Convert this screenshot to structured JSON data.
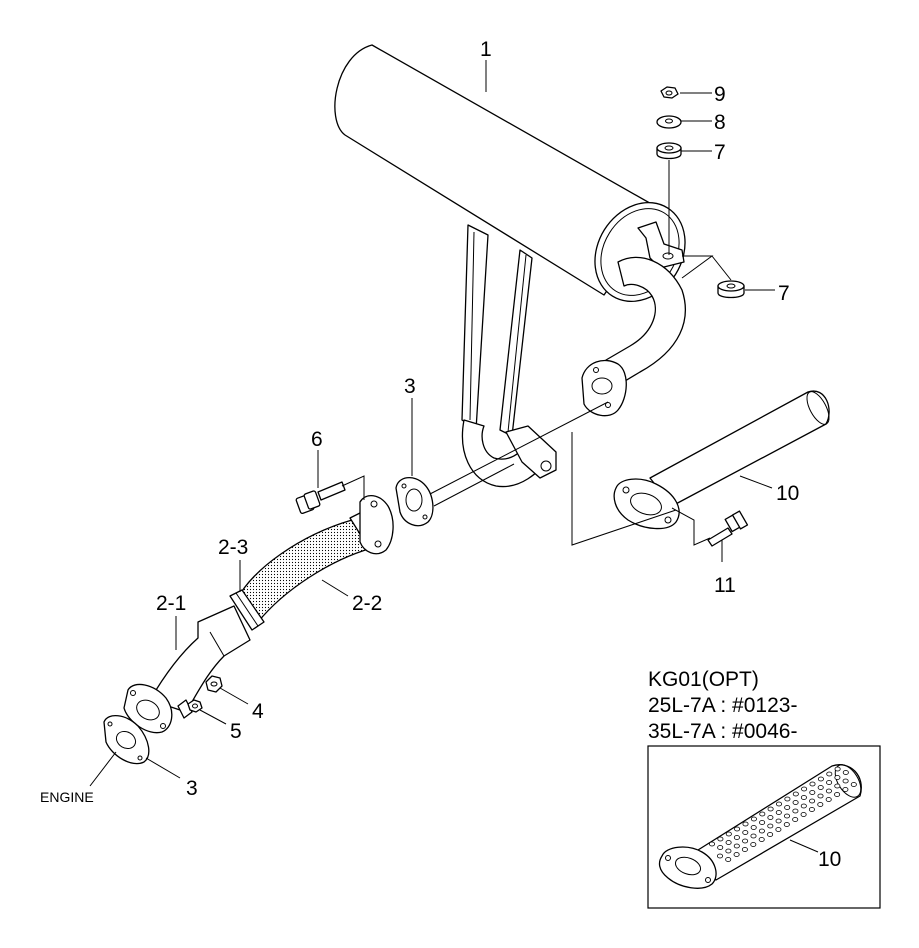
{
  "diagram": {
    "labels": {
      "p1": "1",
      "p2_1": "2-1",
      "p2_2": "2-2",
      "p2_3": "2-3",
      "p3_top": "3",
      "p3_bottom": "3",
      "p4": "4",
      "p5": "5",
      "p6": "6",
      "p7_top": "7",
      "p7_mid": "7",
      "p8": "8",
      "p9": "9",
      "p10": "10",
      "p10_inset": "10",
      "p11": "11",
      "engine": "ENGINE"
    },
    "option_note": {
      "line1": "KG01(OPT)",
      "line2": "25L-7A : #0123-",
      "line3": "35L-7A : #0046-"
    }
  },
  "colors": {
    "ink": "#000000",
    "paper": "#ffffff",
    "hose_dots": "#000000"
  }
}
